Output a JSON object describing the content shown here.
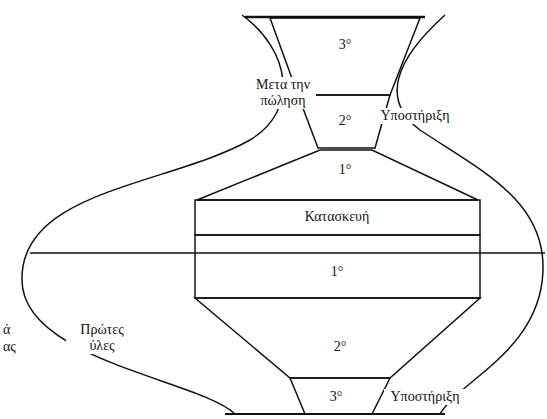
{
  "diagram": {
    "nodes": [
      {
        "text": [
          "3°"
        ]
      },
      {
        "text": [
          "2°"
        ]
      },
      {
        "text": [
          "1°"
        ]
      },
      {
        "text": [
          "Κατασκευή"
        ]
      },
      {
        "text": [
          "1°"
        ]
      },
      {
        "text": [
          "2°"
        ]
      },
      {
        "text": [
          "3°"
        ]
      }
    ],
    "labels": [
      "Μετα την πώληση",
      "Υποστήριξη",
      "Πρώτες ύλες",
      "Υποστήριξη",
      "ά",
      "ας"
    ]
  }
}
